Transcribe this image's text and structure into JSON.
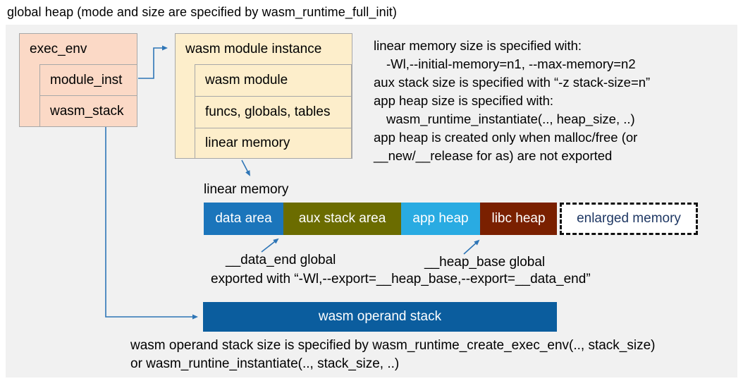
{
  "title": "global heap (mode and size are specified by wasm_runtime_full_init)",
  "colors": {
    "panel_bg": "#f1f1f1",
    "exec_env_fill": "#fbd9c6",
    "module_instance_fill": "#fdeecb",
    "operand_stack": "#0b5d9e",
    "enlarged_text": "#1f3864",
    "connector": "#2e75b6"
  },
  "exec_env": {
    "label": "exec_env",
    "rows": [
      "module_inst",
      "wasm_stack"
    ]
  },
  "module_instance": {
    "label": "wasm module instance",
    "rows": [
      "wasm module",
      "funcs, globals, tables",
      "linear memory"
    ]
  },
  "notes_right": {
    "lines": [
      "linear memory size is specified with:",
      "-Wl,--initial-memory=n1, --max-memory=n2",
      "aux stack size is specified with “-z stack-size=n”",
      "app heap size is specified with:",
      "wasm_runtime_instantiate(.., heap_size, ..)",
      "app heap is created only when malloc/free (or",
      "__new/__release for as) are not exported"
    ]
  },
  "linear_memory": {
    "label": "linear memory",
    "segments": [
      {
        "label": "data area",
        "color": "#1b75bb"
      },
      {
        "label": "aux stack area",
        "color": "#6b6c00"
      },
      {
        "label": "app heap",
        "color": "#29abe2"
      },
      {
        "label": "libc heap",
        "color": "#7a2000"
      }
    ],
    "enlarged": {
      "label": "enlarged memory"
    }
  },
  "annotations": {
    "data_end": "__data_end global",
    "heap_base": "__heap_base global",
    "exported": "exported with “-Wl,--export=__heap_base,--export=__data_end”"
  },
  "operand_stack": {
    "label": "wasm operand stack",
    "note_lines": [
      "wasm operand stack size is specified by wasm_runtime_create_exec_env(.., stack_size)",
      "or wasm_runtine_instantiate(.., stack_size, ..)"
    ]
  }
}
